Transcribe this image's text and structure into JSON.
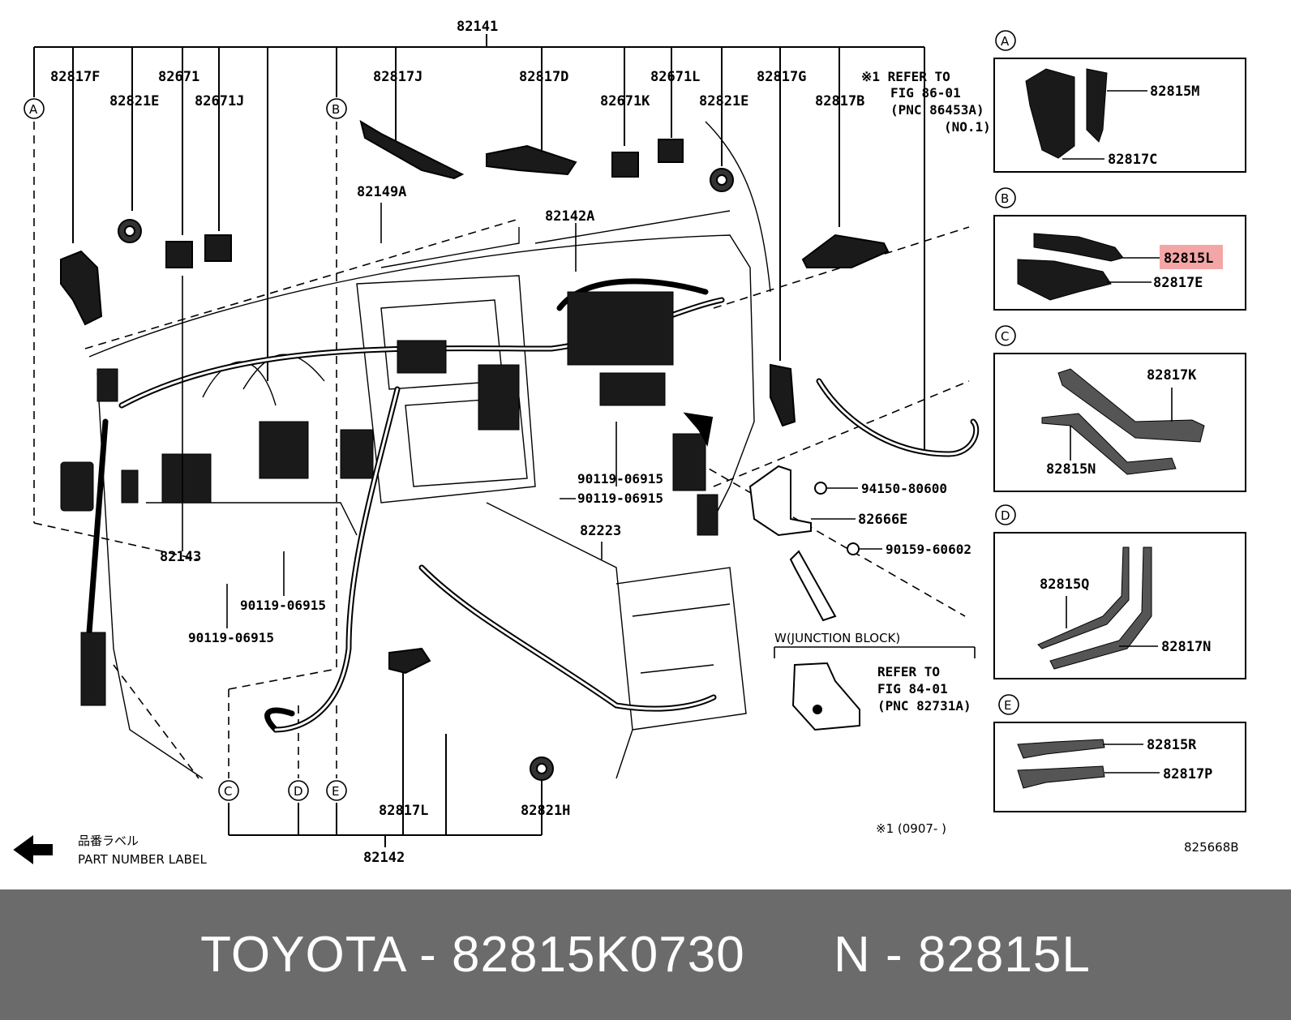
{
  "diagram": {
    "top_part": "82141",
    "bottom_part": "82142",
    "drawing_code": "825668B",
    "note_ref1": [
      "※1 REFER TO",
      "FIG 86-01",
      "(PNC 86453A)",
      "(NO.1)"
    ],
    "junction_title": "W(JUNCTION BLOCK)",
    "note_ref2": [
      "REFER TO",
      "FIG 84-01",
      "(PNC 82731A)"
    ],
    "date_note": "※1 (0907-      )",
    "legend_jp": "品番ラベル",
    "legend_en": "PART NUMBER LABEL",
    "callouts": {
      "c82817F": "82817F",
      "c82671": "82671",
      "c82821E_a": "82821E",
      "c82671J": "82671J",
      "c82817J": "82817J",
      "c82817D": "82817D",
      "c82671L": "82671L",
      "c82817G": "82817G",
      "c82671K": "82671K",
      "c82821E_b": "82821E",
      "c82817B": "82817B",
      "c82149A": "82149A",
      "c82142A": "82142A",
      "c82143": "82143",
      "c82223": "82223",
      "c82817L": "82817L",
      "c82821H": "82821H",
      "c90119a": "90119-06915",
      "c90119b": "90119-06915",
      "c90119c": "90119-06915",
      "c90119d": "90119-06915",
      "c94150": "94150-80600",
      "c82666E": "82666E",
      "c90159": "90159-60602"
    },
    "insets": [
      {
        "letter": "A",
        "parts": [
          "82815M",
          "82817C"
        ]
      },
      {
        "letter": "B",
        "parts": [
          "82815L",
          "82817E"
        ]
      },
      {
        "letter": "C",
        "parts": [
          "82817K",
          "82815N"
        ]
      },
      {
        "letter": "D",
        "parts": [
          "82815Q",
          "82817N"
        ]
      },
      {
        "letter": "E",
        "parts": [
          "82815R",
          "82817P"
        ]
      }
    ],
    "section_markers": [
      "A",
      "B",
      "C",
      "D",
      "E"
    ],
    "highlight_color": "#f4a6a6"
  },
  "footer": {
    "text": "TOYOTA - 82815K0730      N - 82815L"
  }
}
